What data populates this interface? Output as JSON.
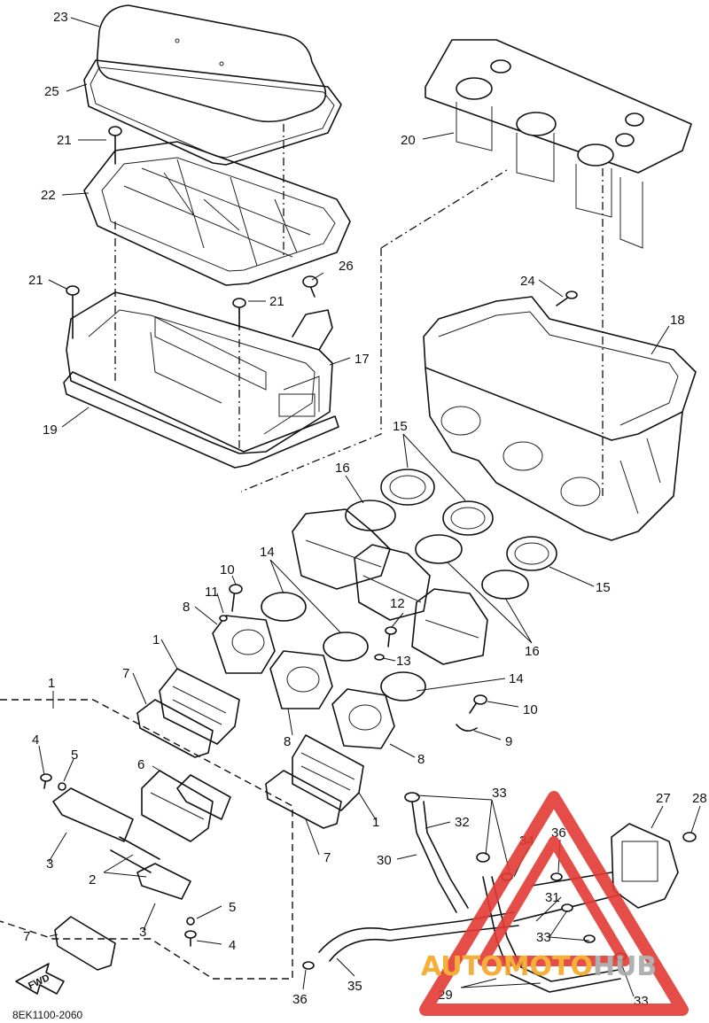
{
  "diagram": {
    "drawing_code": "8EK1100-2060",
    "forward_label": "FWD",
    "callouts": [
      {
        "id": "c23",
        "text": "23"
      },
      {
        "id": "c25",
        "text": "25"
      },
      {
        "id": "c21a",
        "text": "21"
      },
      {
        "id": "c22",
        "text": "22"
      },
      {
        "id": "c21b",
        "text": "21"
      },
      {
        "id": "c21c",
        "text": "21"
      },
      {
        "id": "c26",
        "text": "26"
      },
      {
        "id": "c17",
        "text": "17"
      },
      {
        "id": "c19",
        "text": "19"
      },
      {
        "id": "c20",
        "text": "20"
      },
      {
        "id": "c24",
        "text": "24"
      },
      {
        "id": "c18",
        "text": "18"
      },
      {
        "id": "c15a",
        "text": "15"
      },
      {
        "id": "c15b",
        "text": "15"
      },
      {
        "id": "c16a",
        "text": "16"
      },
      {
        "id": "c16b",
        "text": "16"
      },
      {
        "id": "c14a",
        "text": "14"
      },
      {
        "id": "c14b",
        "text": "14"
      },
      {
        "id": "c10a",
        "text": "10"
      },
      {
        "id": "c10b",
        "text": "10"
      },
      {
        "id": "c11",
        "text": "11"
      },
      {
        "id": "c12",
        "text": "12"
      },
      {
        "id": "c13",
        "text": "13"
      },
      {
        "id": "c9",
        "text": "9"
      },
      {
        "id": "c8a",
        "text": "8"
      },
      {
        "id": "c8b",
        "text": "8"
      },
      {
        "id": "c8c",
        "text": "8"
      },
      {
        "id": "c1a",
        "text": "1"
      },
      {
        "id": "c1b",
        "text": "1"
      },
      {
        "id": "c1c",
        "text": "1"
      },
      {
        "id": "c7a",
        "text": "7"
      },
      {
        "id": "c7b",
        "text": "7"
      },
      {
        "id": "c7c",
        "text": "7"
      },
      {
        "id": "c6",
        "text": "6"
      },
      {
        "id": "c4a",
        "text": "4"
      },
      {
        "id": "c4b",
        "text": "4"
      },
      {
        "id": "c5a",
        "text": "5"
      },
      {
        "id": "c5b",
        "text": "5"
      },
      {
        "id": "c3a",
        "text": "3"
      },
      {
        "id": "c3b",
        "text": "3"
      },
      {
        "id": "c2",
        "text": "2"
      },
      {
        "id": "c33a",
        "text": "33"
      },
      {
        "id": "c33b",
        "text": "33"
      },
      {
        "id": "c33c",
        "text": "33"
      },
      {
        "id": "c32",
        "text": "32"
      },
      {
        "id": "c30",
        "text": "30"
      },
      {
        "id": "c34",
        "text": "34"
      },
      {
        "id": "c36a",
        "text": "36"
      },
      {
        "id": "c36b",
        "text": "36"
      },
      {
        "id": "c31",
        "text": "31"
      },
      {
        "id": "c27",
        "text": "27"
      },
      {
        "id": "c28",
        "text": "28"
      },
      {
        "id": "c35",
        "text": "35"
      },
      {
        "id": "c29",
        "text": "29"
      }
    ]
  },
  "watermark": {
    "brand": "AUTOMOTOHUB",
    "brand_part1": "AUTO",
    "brand_part2": "MOTO",
    "brand_part3": "HUB",
    "accent_red": "#e23a35",
    "accent_orange": "#f5a623",
    "text_gray": "#a8a8a8"
  }
}
